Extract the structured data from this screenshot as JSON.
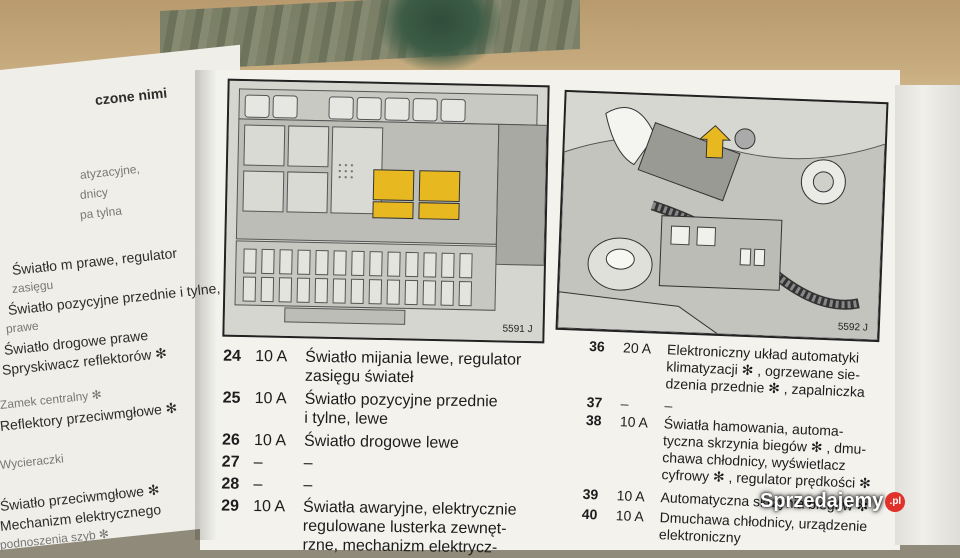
{
  "left_page": {
    "heading": "czone nimi",
    "lines": [
      "atyzacyjne,",
      "dnicy",
      "pa tylna",
      "Światło m  prawe, regulator",
      "zasięgu",
      "Światło pozycyjne przednie i tylne,",
      "prawe",
      "Światło drogowe prawe",
      "Spryskiwacz reflektorów ✻",
      "Zamek centralny ✻",
      "Reflektory przeciwmgłowe ✻",
      "Wycieraczki",
      "Światło przeciwmgłowe ✻",
      "Mechanizm elektrycznego",
      "podnoszenia szyb ✻"
    ]
  },
  "figure_left": {
    "label": "5591 J"
  },
  "figure_right": {
    "label": "5592 J"
  },
  "fuse_table_left": [
    {
      "num": "24",
      "amp": "10 A",
      "desc": "Światło mijania lewe, regulator",
      "cont": [
        "zasięgu świateł"
      ]
    },
    {
      "num": "25",
      "amp": "10 A",
      "desc": "Światło pozycyjne przednie",
      "cont": [
        "i tylne, lewe"
      ]
    },
    {
      "num": "26",
      "amp": "10 A",
      "desc": "Światło drogowe lewe",
      "cont": []
    },
    {
      "num": "27",
      "amp": "–",
      "desc": "–",
      "cont": []
    },
    {
      "num": "28",
      "amp": "–",
      "desc": "–",
      "cont": []
    },
    {
      "num": "29",
      "amp": "10 A",
      "desc": "Światła awaryjne, elektrycznie",
      "cont": [
        "regulowane lusterka zewnęt-",
        "rzne, mechanizm elektrycz-"
      ]
    }
  ],
  "fuse_table_right": [
    {
      "num": "36",
      "amp": "20 A",
      "desc": "Elektroniczny układ automatyki",
      "cont": [
        "klimatyzacji ✻ , ogrzewane sie-",
        "dzenia przednie ✻ , zapalniczka"
      ]
    },
    {
      "num": "37",
      "amp": "–",
      "desc": "–",
      "cont": []
    },
    {
      "num": "38",
      "amp": "10 A",
      "desc": "Światła hamowania, automa-",
      "cont": [
        "tyczna skrzynia biegów ✻ , dmu-",
        "chawa chłodnicy, wyświetlacz",
        "cyfrowy ✻ , regulator prędkości ✻"
      ]
    },
    {
      "num": "39",
      "amp": "10 A",
      "desc": "Automatyczna skrzynia biegów ✻",
      "cont": []
    },
    {
      "num": "40",
      "amp": "10 A",
      "desc": "Dmuchawa chłodnicy, urządzenie",
      "cont": [
        "elektroniczny"
      ]
    }
  ],
  "watermark": {
    "text": "Sprzedajemy",
    "suffix": ".pl"
  },
  "colors": {
    "fuse_yellow": "#e8b820",
    "page": "#f3f2ed",
    "figure_bg": "#d9d9d4"
  }
}
